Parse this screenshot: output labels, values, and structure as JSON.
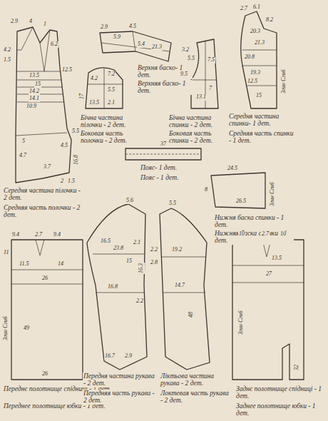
{
  "diagram": {
    "labels": [
      "2.9",
      "4",
      "1",
      "4.2",
      "1.5",
      "6.2",
      "12.5",
      "13.5",
      "15",
      "14.2",
      "14.1",
      "10.9",
      "5.5",
      "4.5",
      "3.7",
      "5",
      "4.7",
      "1.5",
      "2",
      "16.8",
      "Середня частина пілочки - 2 дет.",
      "Средняя часть полочки - 2 дет.",
      "2.9",
      "4.5",
      "5.9",
      "5.4",
      "21.3",
      "Верхня баско- 1 дет.",
      "Верхняя баско- 1 дет.",
      "7.2",
      "4.2",
      "5.5",
      "17",
      "13.5",
      "2.1",
      "Бічна частина пілочки - 2 дет.",
      "Боковая часть полочки - 2 дет.",
      "3.2",
      "5.5",
      "7.5",
      "9.5",
      "7",
      "13.1",
      "Бічна частина спинки - 2 дет.",
      "Боковая часть спинки - 2 дет.",
      "2.7",
      "6.1",
      "8.2",
      "20.3",
      "21.3",
      "20.8",
      "19.3",
      "12.5",
      "15",
      "Згин Сгиб",
      "Середня частина спинки- 1 дет.",
      "Средняя часть спинки - 1 дет.",
      "37",
      "Пояс- 1 дет.",
      "Пояс - 1 дет.",
      "24.5",
      "8",
      "26.5",
      "Згин Сгиб",
      "Нижня баска спинки - 1 дет.",
      "Нижняя баска спинки - 1 дет.",
      "9.4",
      "2.7",
      "9.4",
      "11",
      "11.5",
      "14",
      "26",
      "Згин Сгиб",
      "49",
      "26",
      "Переднє полотнище спідниці - 1 дет.",
      "Переднее полотнище юбки - 1 дет.",
      "5.6",
      "16.5",
      "23.8",
      "16.3",
      "15",
      "2.1",
      "16.8",
      "2.2",
      "16.7",
      "2.9",
      "Передня частина рукава - 2 дет.",
      "Передняя часть рукава - 2 дет.",
      "5.5",
      "2.2",
      "19.2",
      "2.8",
      "48",
      "14.7",
      "Ліктьова частина рукава - 2 дет.",
      "Локтевая часть рукава - 2 дет.",
      "10",
      "2.7",
      "10",
      "13.5",
      "27",
      "Згин Сгиб",
      "32",
      "Заднє полотнище спідниці - 1 дет.",
      "Заднее полотнище юбки - 1 дет."
    ]
  }
}
